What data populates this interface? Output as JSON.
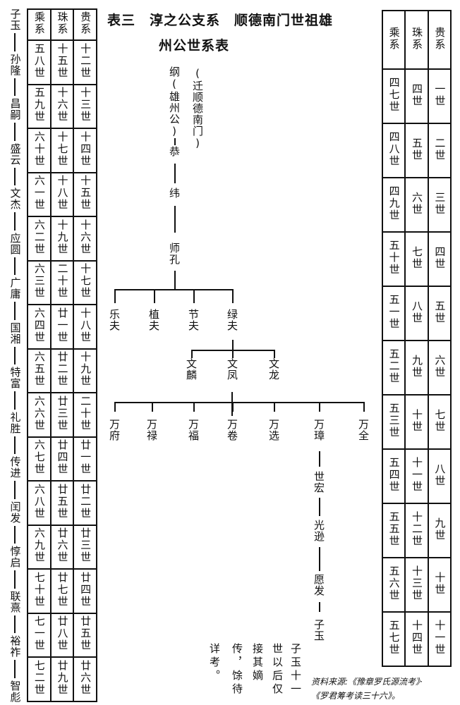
{
  "title": {
    "line1": "表三　淳之公支系　顺德南门世祖雄",
    "line2": "州公世系表"
  },
  "left_table": {
    "headers": [
      "乘系",
      "珠系",
      "贵系"
    ],
    "rows": [
      [
        "五八世",
        "十五世",
        "十二世"
      ],
      [
        "五九世",
        "十六世",
        "十三世"
      ],
      [
        "六十世",
        "十七世",
        "十四世"
      ],
      [
        "六一世",
        "十八世",
        "十五世"
      ],
      [
        "六二世",
        "十九世",
        "十六世"
      ],
      [
        "六三世",
        "二十世",
        "十七世"
      ],
      [
        "六四世",
        "廿一世",
        "十八世"
      ],
      [
        "六五世",
        "廿二世",
        "十九世"
      ],
      [
        "六六世",
        "廿三世",
        "二十世"
      ],
      [
        "六七世",
        "廿四世",
        "廿一世"
      ],
      [
        "六八世",
        "廿五世",
        "廿二世"
      ],
      [
        "六九世",
        "廿六世",
        "廿三世"
      ],
      [
        "七十世",
        "廿七世",
        "廿四世"
      ],
      [
        "七一世",
        "廿八世",
        "廿五世"
      ],
      [
        "七二世",
        "廿九世",
        "廿六世"
      ]
    ]
  },
  "left_lineage": [
    "子玉",
    "孙隆",
    "昌嗣",
    "盛云",
    "文杰",
    "应圆",
    "广庸",
    "国湘",
    "特富",
    "礼胜",
    "传进",
    "闰发",
    "惇启",
    "联熹",
    "裕祚",
    "智彪"
  ],
  "right_table": {
    "headers": [
      "乘系",
      "珠系",
      "贵系"
    ],
    "rows": [
      [
        "四七世",
        "四世",
        "一世"
      ],
      [
        "四八世",
        "五世",
        "二世"
      ],
      [
        "四九世",
        "六世",
        "三世"
      ],
      [
        "五十世",
        "七世",
        "四世"
      ],
      [
        "五一世",
        "八世",
        "五世"
      ],
      [
        "五二世",
        "九世",
        "六世"
      ],
      [
        "五三世",
        "十世",
        "七世"
      ],
      [
        "五四世",
        "十一世",
        "八世"
      ],
      [
        "五五世",
        "十二世",
        "九世"
      ],
      [
        "五六世",
        "十三世",
        "十世"
      ],
      [
        "五七世",
        "十四世",
        "十一世"
      ]
    ]
  },
  "tree": {
    "root": "纲(雄州公)",
    "root_note": "(迁顺德南门)",
    "gen2": "恭",
    "gen3": "纬",
    "gen4": "师孔",
    "gen5": [
      "乐夫",
      "植夫",
      "节夫",
      "绿夫"
    ],
    "gen6": [
      "文麟",
      "文凤",
      "文龙"
    ],
    "gen7": [
      "万府",
      "万禄",
      "万福",
      "万卷",
      "万选",
      "万璋",
      "万全"
    ],
    "chain": [
      "世宏",
      "光逊",
      "愿发",
      "子玉"
    ]
  },
  "note_columns": [
    "子玉十一",
    "世以后仅",
    "接其嫡",
    "传，馀待",
    "详考。"
  ],
  "source": {
    "line1": "资料来源:《豫章罗氏源流考》·",
    "line2": "《罗君筹考读三十六》。"
  }
}
